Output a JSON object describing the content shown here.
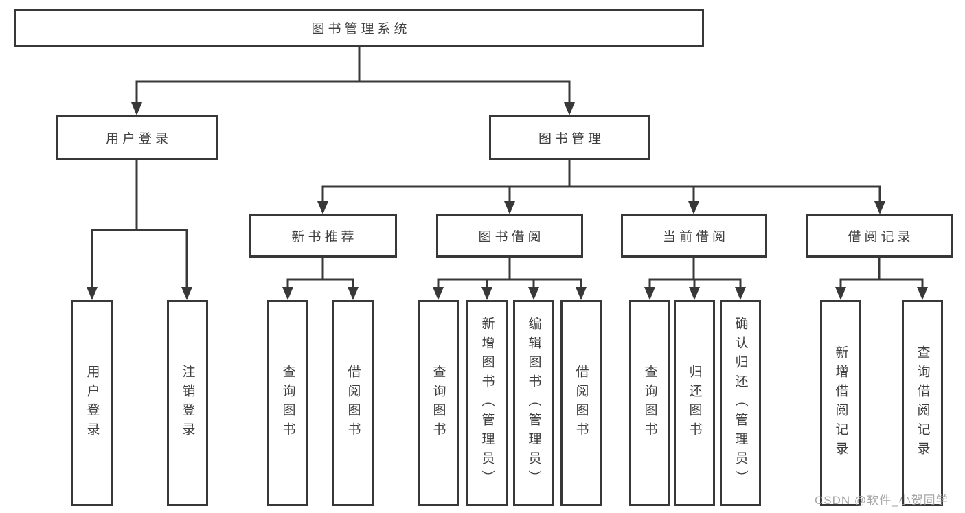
{
  "diagram": {
    "root": {
      "label": "图书管理系统"
    },
    "branches": [
      {
        "label": "用户登录",
        "leaves": [
          {
            "label": "用户登录"
          },
          {
            "label": "注销登录"
          }
        ]
      },
      {
        "label": "图书管理",
        "groups": [
          {
            "label": "新书推荐",
            "leaves": [
              {
                "label": "查询图书"
              },
              {
                "label": "借阅图书"
              }
            ]
          },
          {
            "label": "图书借阅",
            "leaves": [
              {
                "label": "查询图书"
              },
              {
                "label": "新增图书（管理员）"
              },
              {
                "label": "编辑图书（管理员）"
              },
              {
                "label": "借阅图书"
              }
            ]
          },
          {
            "label": "当前借阅",
            "leaves": [
              {
                "label": "查询图书"
              },
              {
                "label": "归还图书"
              },
              {
                "label": "确认归还（管理员）"
              }
            ]
          },
          {
            "label": "借阅记录",
            "leaves": [
              {
                "label": "新增借阅记录"
              },
              {
                "label": "查询借阅记录"
              }
            ]
          }
        ]
      }
    ]
  },
  "watermark": {
    "text": "CSDN @软件_小贺同学"
  },
  "colors": {
    "background": "#ffffff",
    "line": "#383838",
    "box_border": "#383838",
    "text": "#3f3f3f",
    "watermark_text": "#9e9e9e"
  }
}
